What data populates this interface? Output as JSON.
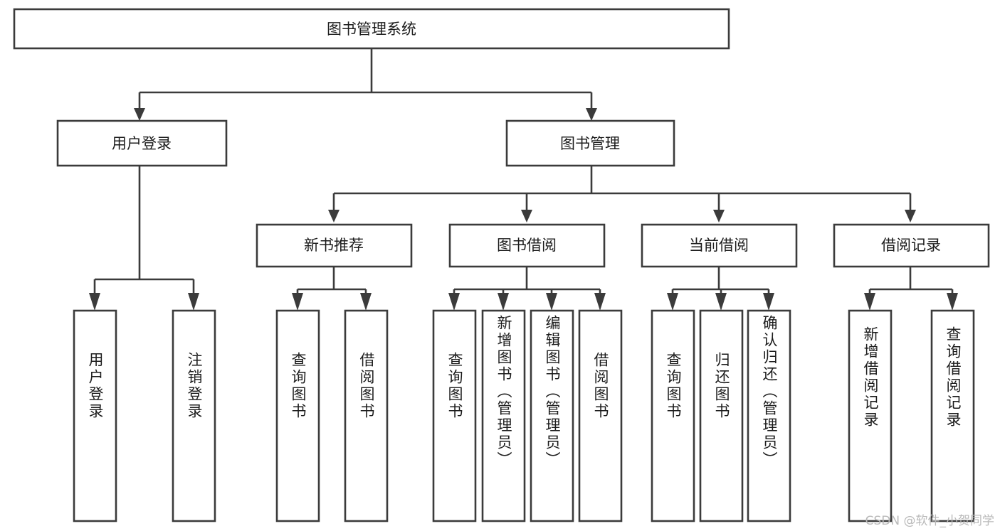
{
  "diagram": {
    "title": "图书管理系统",
    "type": "tree-hierarchy-diagram",
    "watermark": "CSDN @软件_小贺同学",
    "colors": {
      "box_stroke": "#3b3b3b",
      "box_fill": "#ffffff",
      "text": "#1c1c1c",
      "background": "#ffffff",
      "watermark": "#b9b9b9"
    },
    "root": {
      "label": "图书管理系统"
    },
    "level2": [
      {
        "label": "用户登录"
      },
      {
        "label": "图书管理"
      }
    ],
    "level3": [
      {
        "label": "新书推荐"
      },
      {
        "label": "图书借阅"
      },
      {
        "label": "当前借阅"
      },
      {
        "label": "借阅记录"
      }
    ],
    "leaves_user_login": [
      {
        "label": "用户登录"
      },
      {
        "label": "注销登录"
      }
    ],
    "leaves_new_book": [
      {
        "label": "查询图书"
      },
      {
        "label": "借阅图书"
      }
    ],
    "leaves_borrow": [
      {
        "label": "查询图书"
      },
      {
        "label": "新增图书（管理员）"
      },
      {
        "label": "编辑图书（管理员）"
      },
      {
        "label": "借阅图书"
      }
    ],
    "leaves_current": [
      {
        "label": "查询图书"
      },
      {
        "label": "归还图书"
      },
      {
        "label": "确认归还（管理员）"
      }
    ],
    "leaves_record": [
      {
        "label": "新增借阅记录"
      },
      {
        "label": "查询借阅记录"
      }
    ]
  }
}
